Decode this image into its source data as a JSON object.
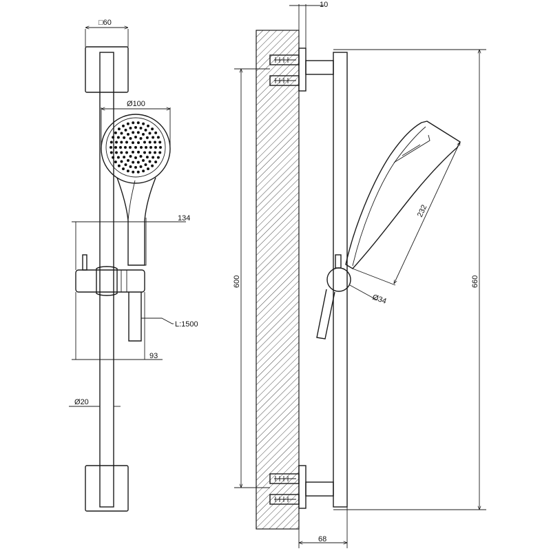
{
  "dimensions": {
    "square_width": "60",
    "square_symbol": "□",
    "head_diameter": "100",
    "diameter_symbol": "Ø",
    "head_offset": "134",
    "hose_length": "L:1500",
    "holder_depth": "93",
    "bar_diameter": "20",
    "mount_thickness": "10",
    "fixing_spacing": "600",
    "bar_length": "660",
    "handshower_length": "232",
    "knob_diameter": "34",
    "wall_projection": "68"
  }
}
